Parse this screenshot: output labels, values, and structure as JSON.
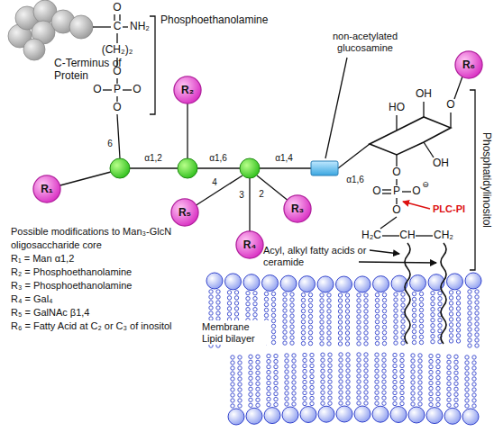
{
  "diagram": {
    "nodes": [
      {
        "text": [
          "R₁"
        ]
      },
      {
        "text": [
          "R₂"
        ]
      },
      {
        "text": [
          "R₃"
        ]
      },
      {
        "text": [
          "R₄"
        ]
      },
      {
        "text": [
          "R₅"
        ]
      },
      {
        "text": [
          "R₆"
        ]
      }
    ],
    "labels": [
      "O",
      "C",
      "NH₂",
      "(CH₂)₂",
      "O",
      "O",
      "P",
      "O",
      "O",
      "Phosphoethanolamine",
      "C-Terminus of Protein",
      "6",
      "α1,2",
      "α1,6",
      "α1,4",
      "4",
      "3",
      "2",
      "non-acetylated glucosamine",
      "HO",
      "OH",
      "O",
      "OH",
      "α1,6",
      "O",
      "O",
      "P",
      "O",
      "⊖",
      "O",
      "PLC-PI",
      "H₂C",
      "CH",
      "CH₂",
      "Acyl, alkyl fatty acids or ceramide",
      "Phosphatidylinositol",
      "Membrane Lipid bilayer",
      "Possible modifications to Man₃-GlcN oligosaccharide core",
      "R₁ = Man α1,2",
      "R₂ = Phosphoethanolamine",
      "R₃ = Phosphoethanolamine",
      "R₄ = Gal₄",
      "R₅ = GalNAc β1,4",
      "R₆ = Fatty Acid at C₂ or C₃ of inositol"
    ]
  }
}
